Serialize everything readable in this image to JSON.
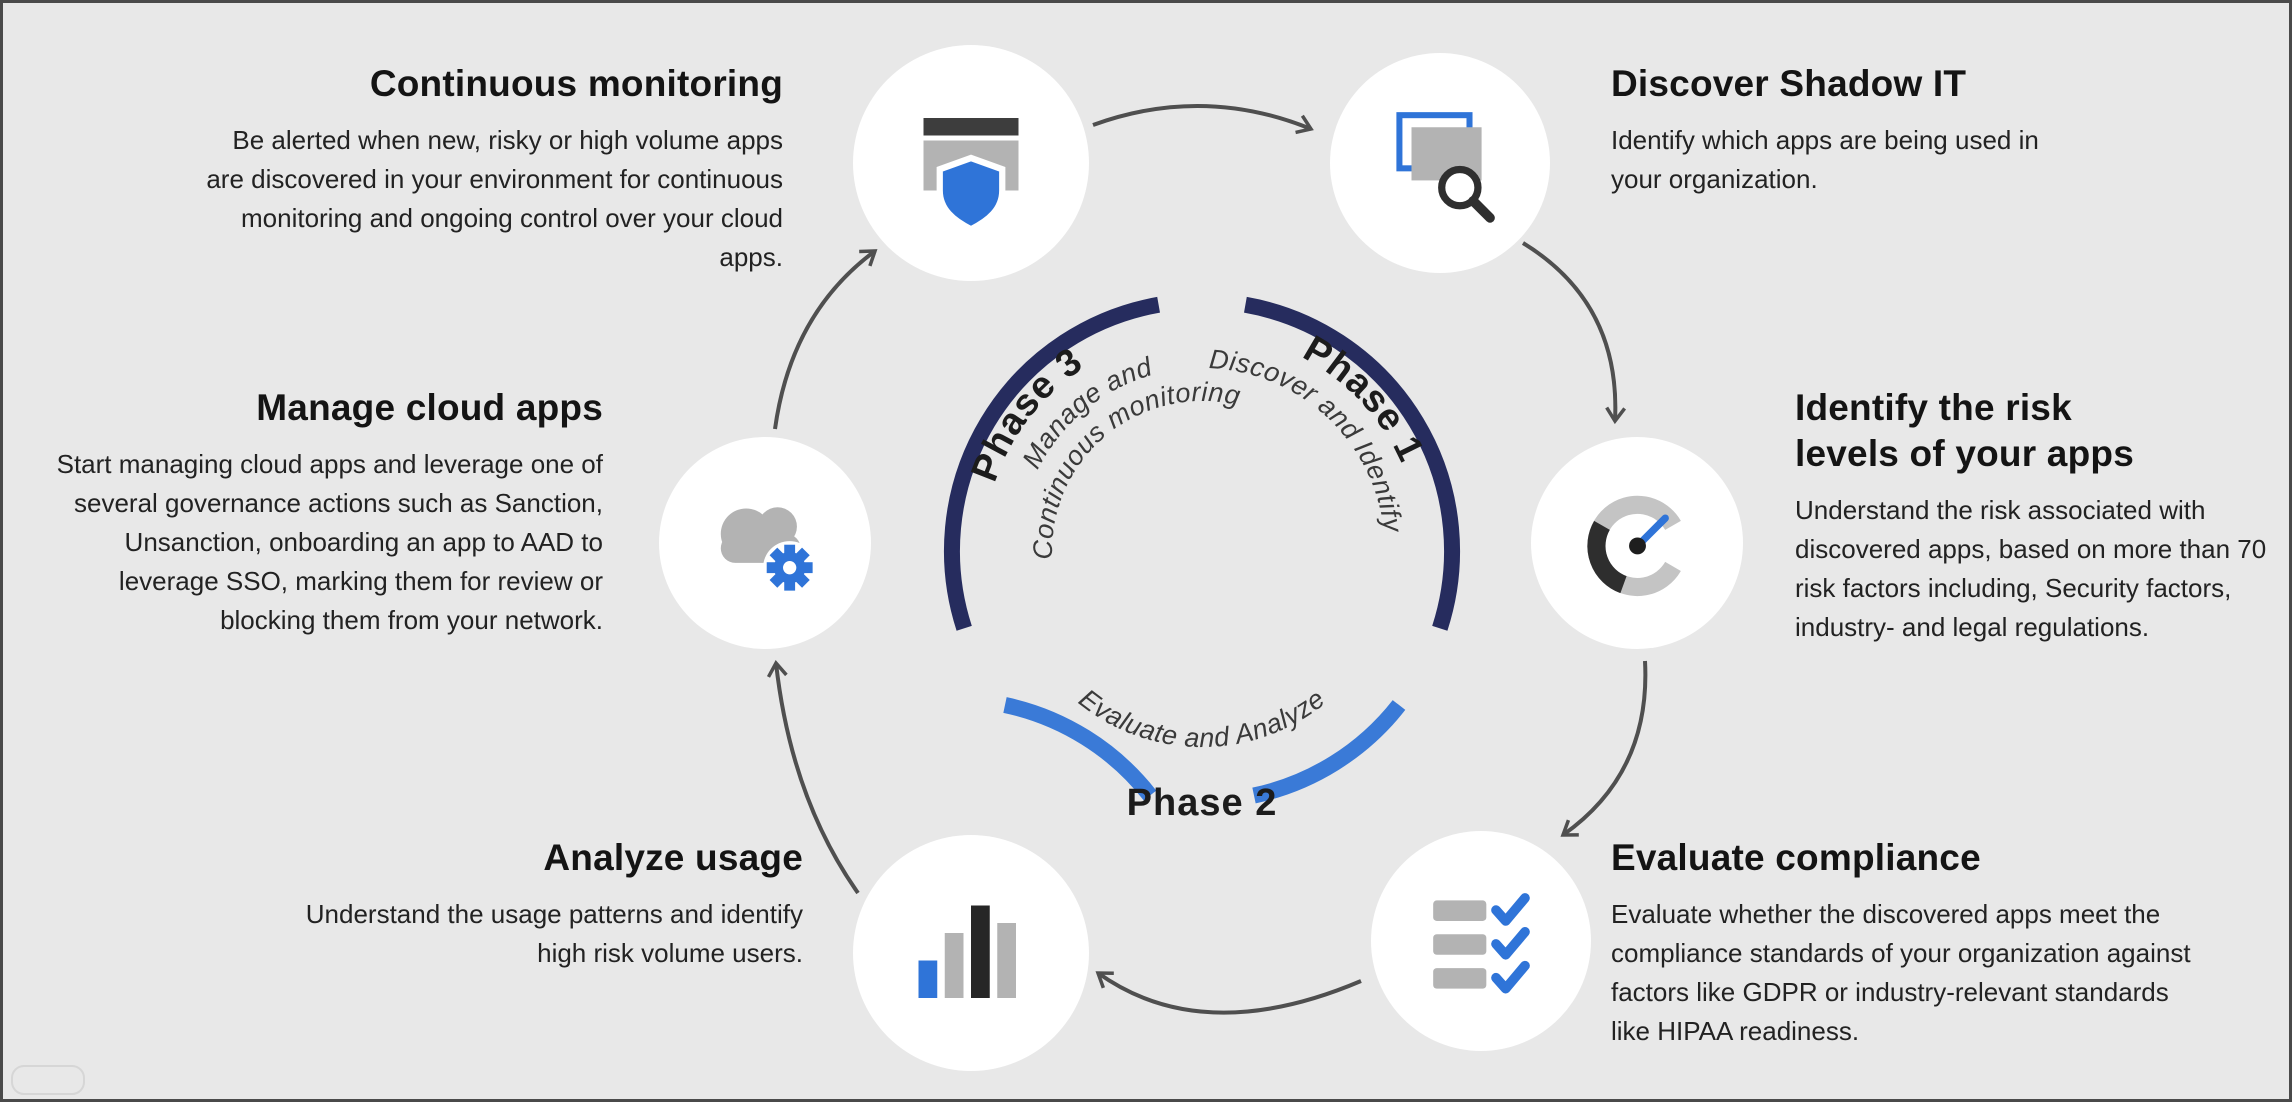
{
  "diagram": {
    "phases": {
      "phase1": {
        "label": "Phase 1",
        "caption": "Discover and Identify"
      },
      "phase2": {
        "label": "Phase 2",
        "caption": "Evaluate and Analyze"
      },
      "phase3": {
        "label": "Phase 3",
        "caption_line1": "Manage and",
        "caption_line2": "Continuous monitoring"
      }
    },
    "colors": {
      "navy_arc": "#262c5e",
      "blue_arc": "#3a7ad7",
      "icon_blue": "#2f74d8",
      "icon_gray": "#b3b3b3",
      "icon_dark": "#2e2e2e",
      "arrow_gray": "#4f4f4f",
      "background": "#e8e8e8"
    }
  },
  "steps": [
    {
      "title": "Continuous monitoring",
      "body": "Be alerted when new, risky or high volume apps are discovered in your environment for continuous monitoring and ongoing control over your cloud apps.",
      "icon": "window-shield-icon"
    },
    {
      "title": "Discover Shadow IT",
      "body": "Identify which apps are being used in your organization.",
      "icon": "windows-magnifier-icon"
    },
    {
      "title": "Identify the risk\nlevels of your apps",
      "body": "Understand the risk associated with discovered apps, based on more than 70 risk factors including, Security factors, industry- and legal regulations.",
      "icon": "gauge-icon"
    },
    {
      "title": "Evaluate compliance",
      "body": "Evaluate whether the discovered apps meet the compliance standards of your organization against factors like GDPR or industry-relevant standards like HIPAA readiness.",
      "icon": "checklist-icon"
    },
    {
      "title": "Analyze usage",
      "body": "Understand the usage patterns and identify high risk volume users.",
      "icon": "bar-chart-icon"
    },
    {
      "title": "Manage cloud apps",
      "body": "Start managing cloud apps and leverage one of several governance actions such as Sanction, Unsanction, onboarding an app to AAD to leverage SSO, marking them for review or blocking them from your network.",
      "icon": "cloud-gear-icon"
    }
  ]
}
